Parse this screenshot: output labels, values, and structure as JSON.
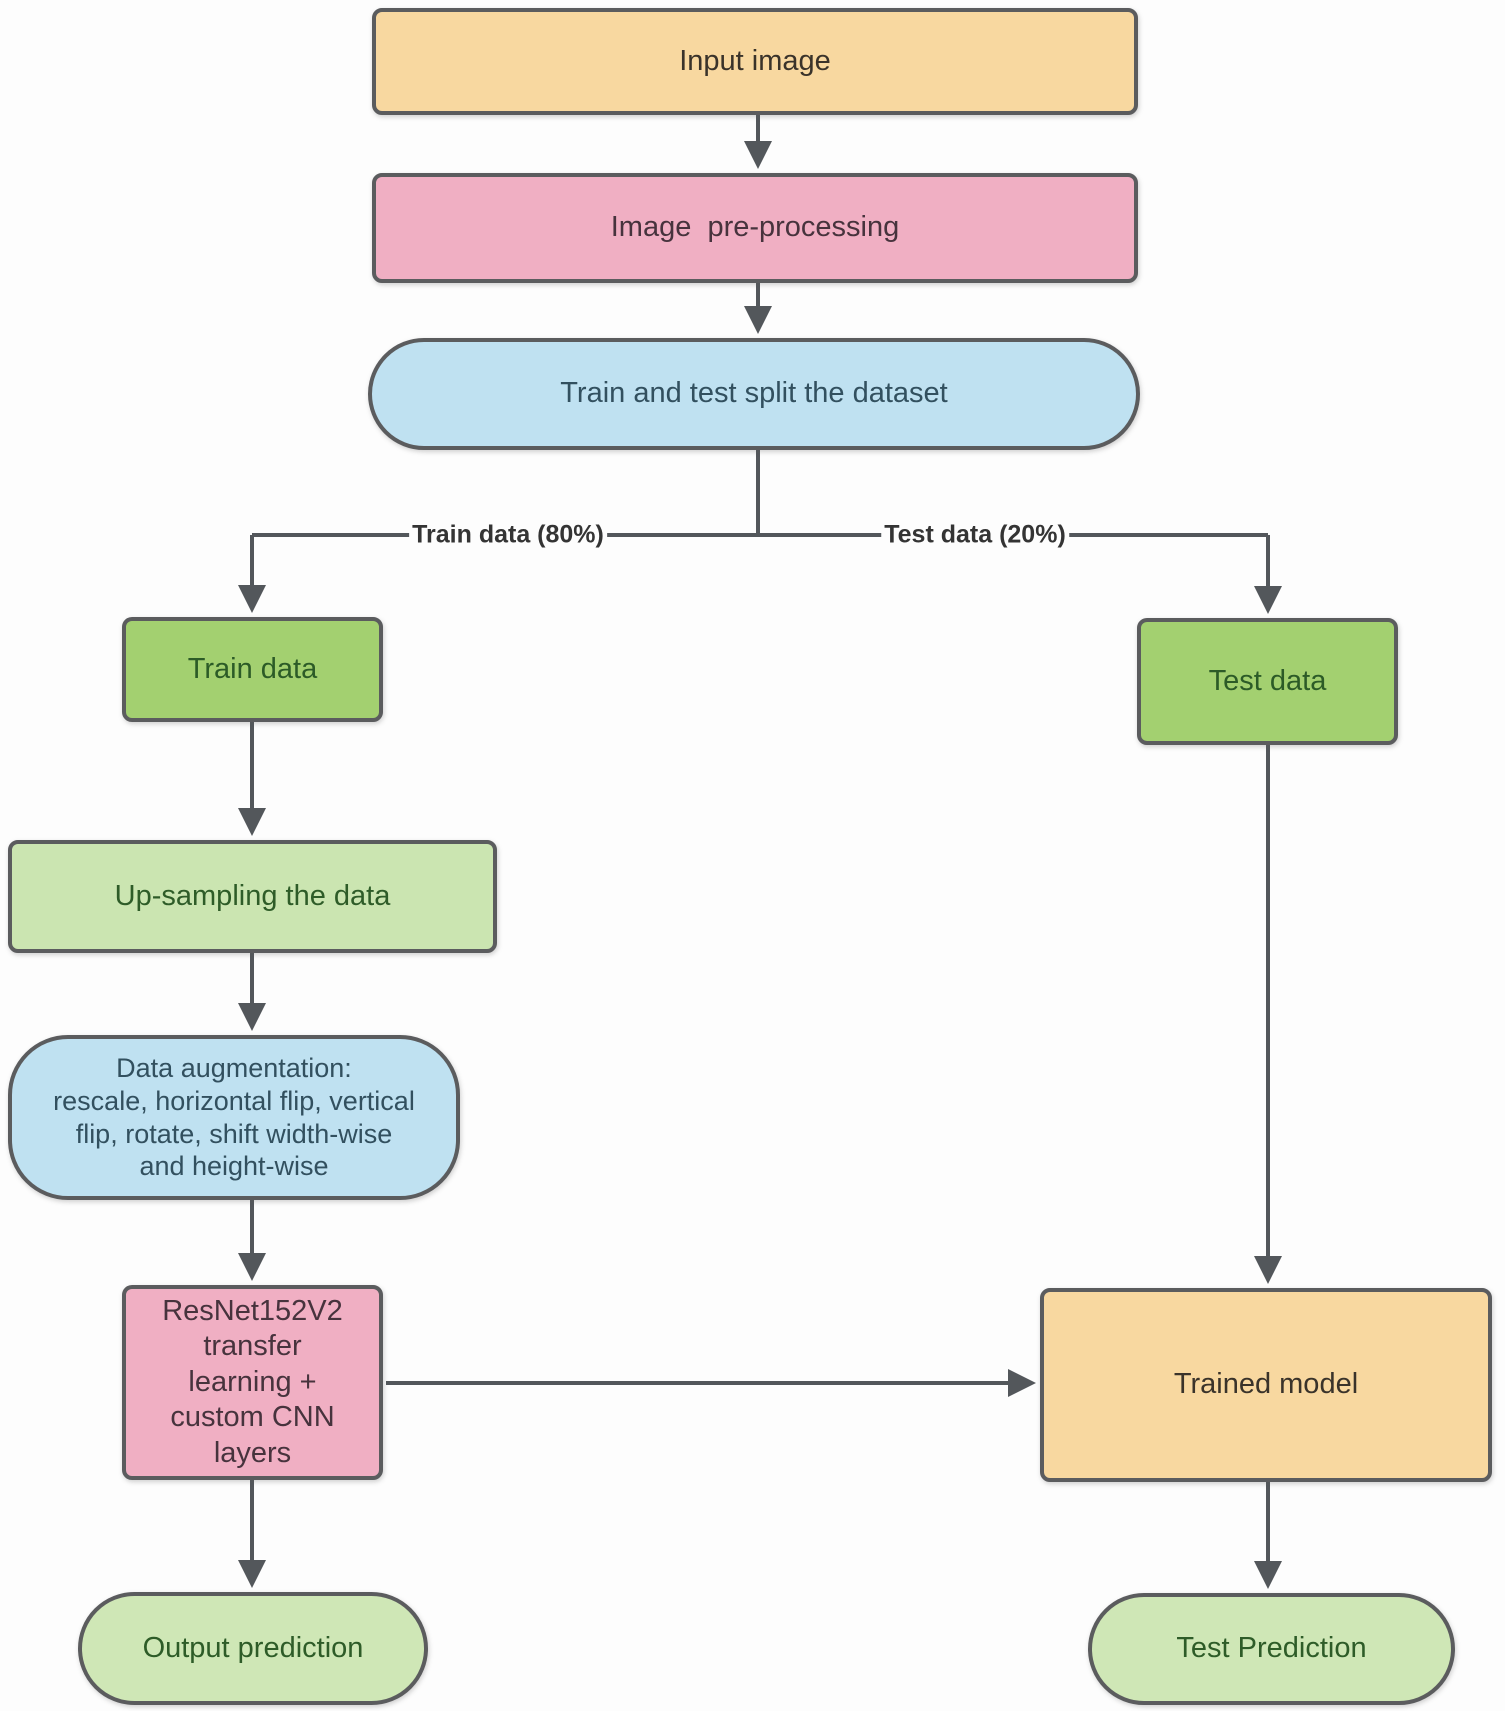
{
  "nodes": {
    "input_image": {
      "label": "Input image"
    },
    "image_preprocessing": {
      "label": "Image  pre-processing"
    },
    "train_test_split": {
      "label": "Train and test split the dataset"
    },
    "train_data": {
      "label": "Train data"
    },
    "test_data": {
      "label": "Test data"
    },
    "upsampling": {
      "label": "Up-sampling the data"
    },
    "data_augmentation": {
      "label": "Data augmentation:\nrescale, horizontal flip, vertical\nflip, rotate, shift width-wise\nand height-wise"
    },
    "resnet": {
      "label": "ResNet152V2\ntransfer\nlearning +\ncustom CNN\nlayers"
    },
    "trained_model": {
      "label": "Trained model"
    },
    "output_prediction": {
      "label": "Output prediction"
    },
    "test_prediction": {
      "label": "Test Prediction"
    }
  },
  "edge_labels": {
    "train_split": "Train data (80%)",
    "test_split": "Test data (20%)"
  },
  "palette": {
    "orange_fill": "#f8d8a0",
    "pink_fill": "#f0afc3",
    "blue_fill": "#bfe1f1",
    "green_fill": "#a3d070",
    "light_green_fill": "#cbe5b1",
    "stadium_green_fill": "#cfe7b6",
    "border_color": "#5b5c5e",
    "arrow_color": "#53575b"
  }
}
